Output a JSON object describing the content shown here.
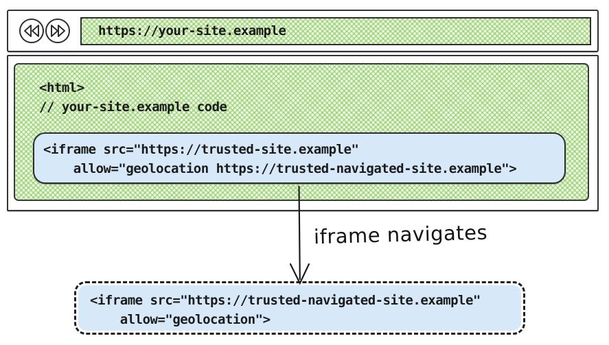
{
  "browser": {
    "toolbar": {
      "back_icon": "rewind-circle",
      "forward_icon": "fast-forward-circle",
      "address_url": "https://your-site.example"
    },
    "page_code": {
      "line1": "<html>",
      "line2": "// your-site.example code"
    },
    "iframe_snippet": {
      "line1": "<iframe src=\"https://trusted-site.example\"",
      "line2": "    allow=\"geolocation https://trusted-navigated-site.example\">"
    }
  },
  "arrow": {
    "label": "iframe navigates"
  },
  "navigated_iframe_snippet": {
    "line1": "<iframe src=\"https://trusted-navigated-site.example\"",
    "line2": "    allow=\"geolocation\">"
  },
  "colors": {
    "hatch_green": "#86c75a",
    "code_box_blue": "#d7e9f8",
    "border_dark": "#2e2e2e"
  }
}
